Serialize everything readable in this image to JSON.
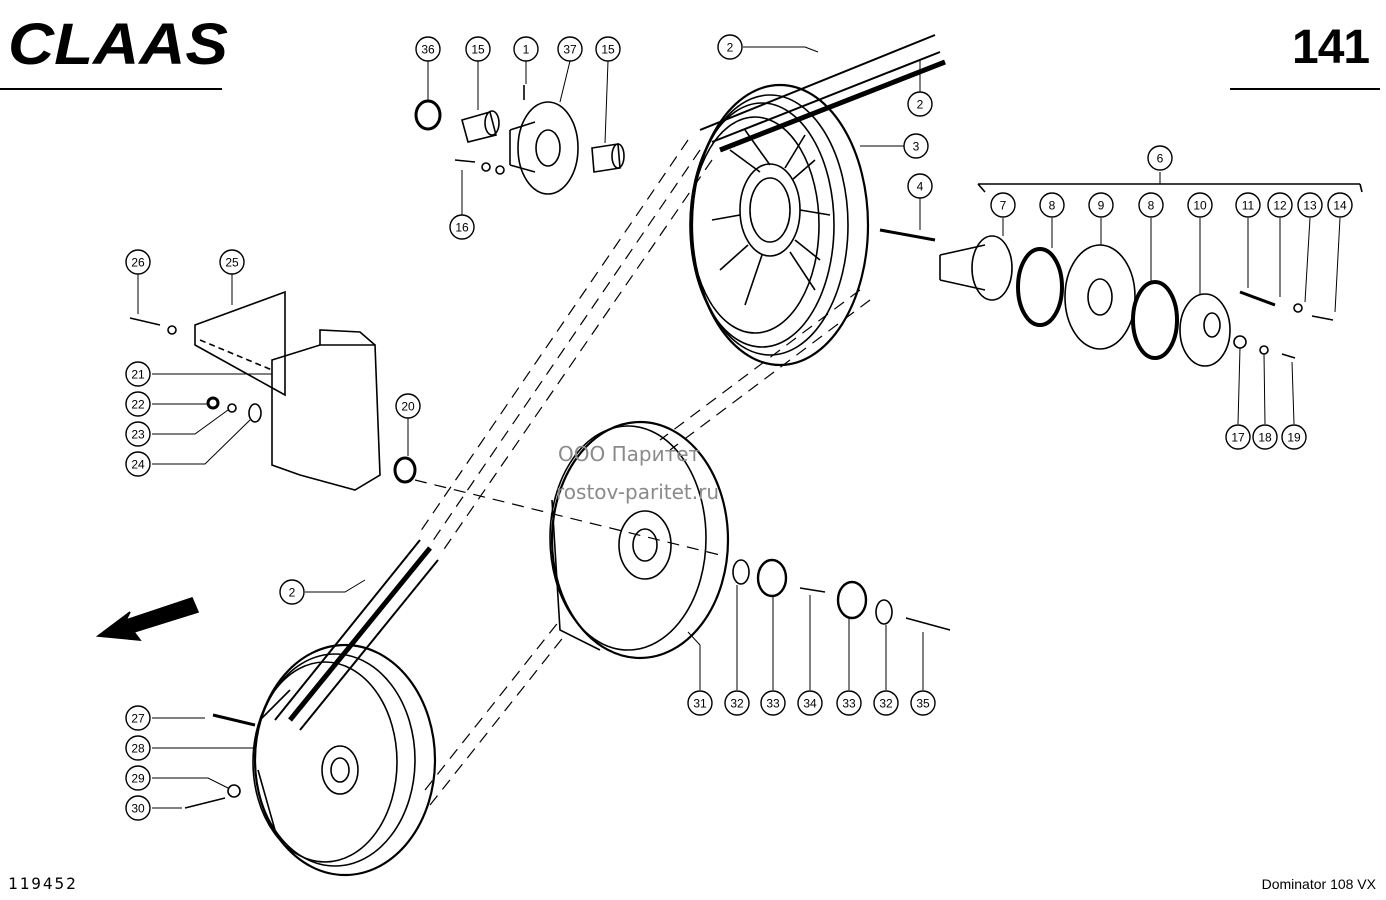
{
  "header": {
    "brand": "CLAAS",
    "page_number": "141"
  },
  "footer": {
    "drawing_id": "119452",
    "model": "Dominator 108 VX"
  },
  "watermark": {
    "line1": "ООО Паритет",
    "line2": "rostov-paritet.ru"
  },
  "callouts": [
    "36",
    "15",
    "1",
    "37",
    "15",
    "2",
    "2",
    "3",
    "4",
    "6",
    "7",
    "8",
    "9",
    "8",
    "10",
    "11",
    "12",
    "13",
    "14",
    "16",
    "26",
    "25",
    "21",
    "22",
    "23",
    "24",
    "20",
    "17",
    "18",
    "19",
    "2",
    "27",
    "28",
    "29",
    "30",
    "31",
    "32",
    "33",
    "34",
    "33",
    "32",
    "35"
  ]
}
